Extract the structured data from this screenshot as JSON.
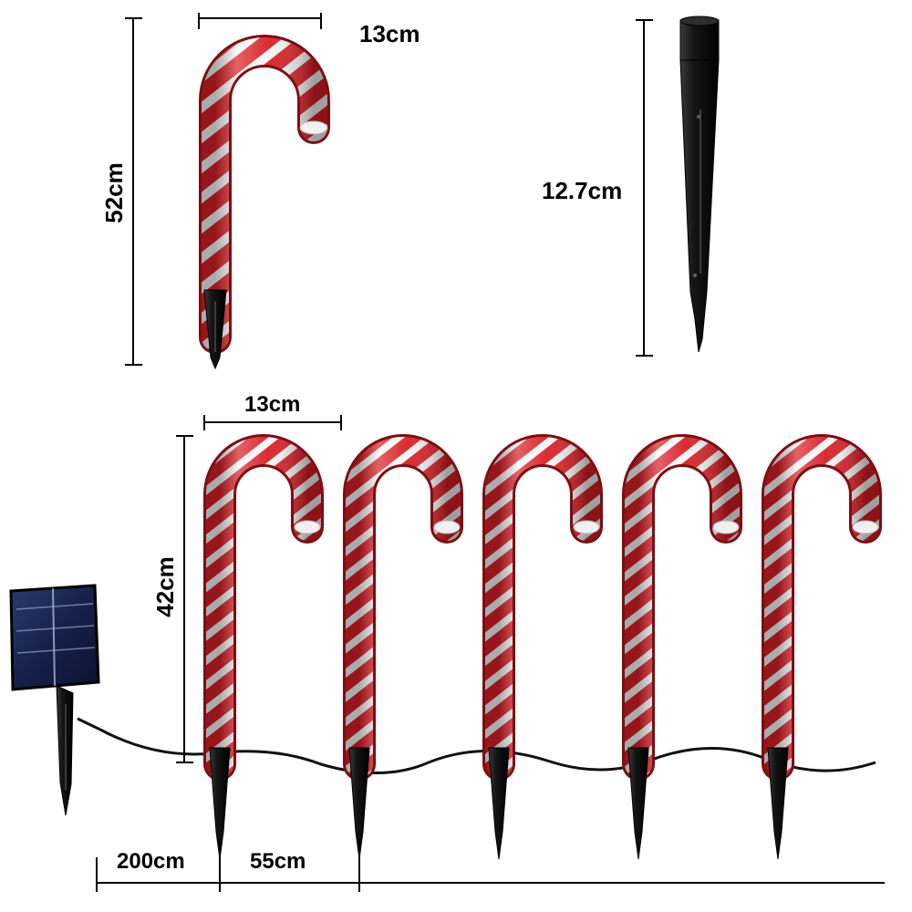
{
  "page": {
    "title": "Solar Candy Cane Pathway Lights Dimension Diagram",
    "background_color": "#ffffff"
  },
  "colors": {
    "cane_red": "#d81f26",
    "cane_red_dark": "#a8161c",
    "cane_white": "#f2f2f2",
    "cane_outline": "#8c1015",
    "stake_black": "#1a1a1a",
    "solar_panel_blue": "#1c2a52",
    "wire_black": "#111111",
    "dimension_line": "#000000",
    "text": "#000000"
  },
  "dimensions": {
    "single_cane_height": "52cm",
    "single_cane_width": "13cm",
    "stake_length": "12.7cm",
    "set_cane_width": "13cm",
    "set_cane_height": "42cm",
    "lead_wire_length": "200cm",
    "cane_spacing": "55cm"
  },
  "labels": [
    {
      "id": "single-cane-height",
      "text": "52cm",
      "orientation": "vertical"
    },
    {
      "id": "single-cane-width",
      "text": "13cm",
      "orientation": "horizontal"
    },
    {
      "id": "stake-length",
      "text": "12.7cm",
      "orientation": "horizontal"
    },
    {
      "id": "set-cane-width",
      "text": "13cm",
      "orientation": "horizontal"
    },
    {
      "id": "set-cane-height",
      "text": "42cm",
      "orientation": "vertical"
    },
    {
      "id": "lead-wire-length",
      "text": "200cm",
      "orientation": "horizontal"
    },
    {
      "id": "cane-spacing",
      "text": "55cm",
      "orientation": "horizontal"
    }
  ],
  "objects": {
    "single_cane": {
      "name": "candy-cane-marker",
      "count": 1
    },
    "ground_stake": {
      "name": "ground-stake",
      "count": 1
    },
    "cane_row": {
      "name": "candy-cane-row",
      "count": 5
    },
    "solar_panel": {
      "name": "solar-panel",
      "count": 1
    }
  }
}
